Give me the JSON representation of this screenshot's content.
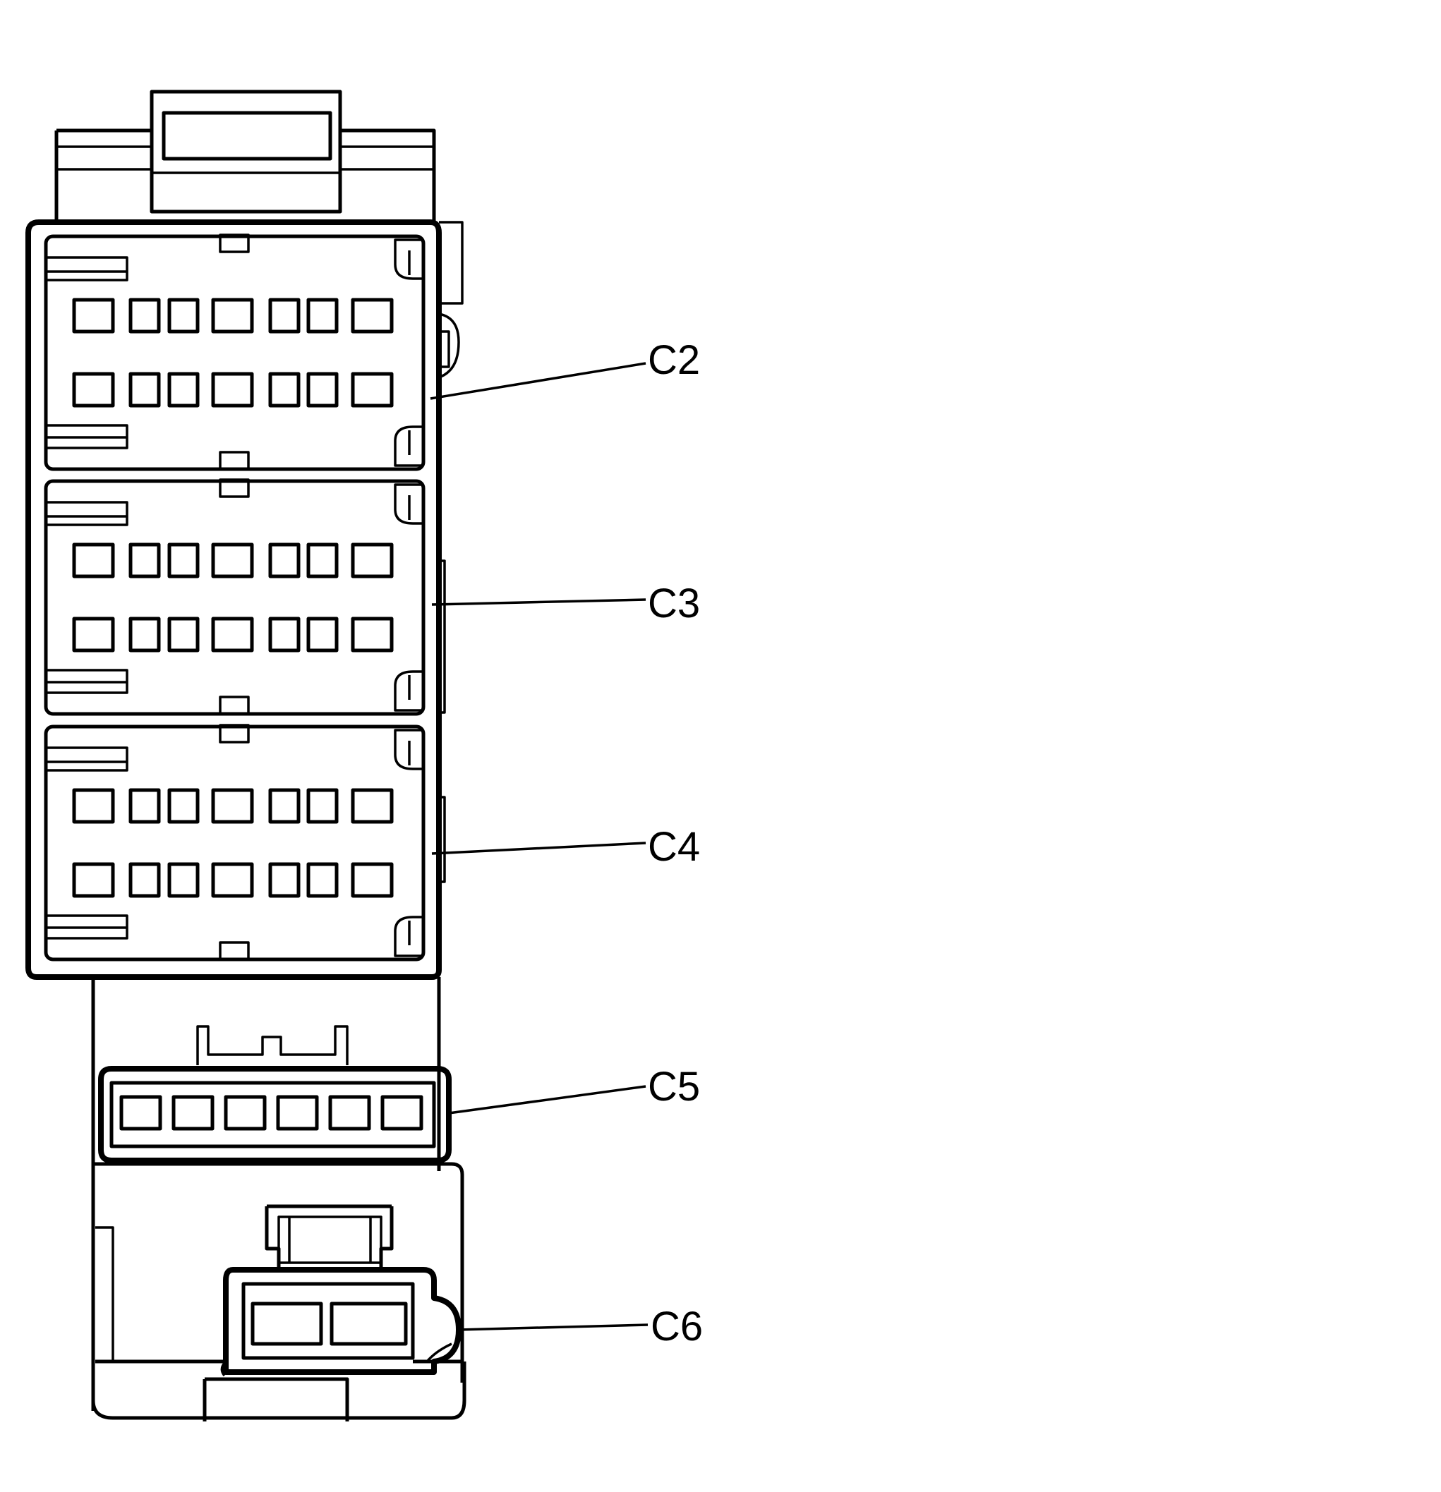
{
  "diagram": {
    "callouts": [
      {
        "label": "C2"
      },
      {
        "label": "C3"
      },
      {
        "label": "C4"
      },
      {
        "label": "C5"
      },
      {
        "label": "C6"
      }
    ],
    "colors": {
      "line": "#000000",
      "background": "#ffffff"
    }
  }
}
